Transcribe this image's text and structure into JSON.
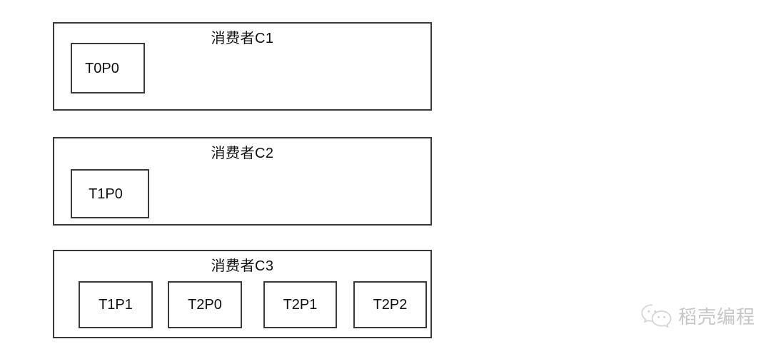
{
  "diagram": {
    "background_color": "#ffffff",
    "border_color": "#3a3a3a",
    "text_color": "#111111",
    "groups": [
      {
        "title": "消费者C1",
        "partitions": [
          {
            "label": "T0P0"
          }
        ]
      },
      {
        "title": "消费者C2",
        "partitions": [
          {
            "label": "T1P0"
          }
        ]
      },
      {
        "title": "消费者C3",
        "partitions": [
          {
            "label": "T1P1"
          },
          {
            "label": "T2P0"
          },
          {
            "label": "T2P1"
          },
          {
            "label": "T2P2"
          }
        ]
      }
    ]
  },
  "watermark": {
    "icon": "wechat-icon",
    "text": "稻壳编程",
    "color": "#c6c6c6"
  }
}
